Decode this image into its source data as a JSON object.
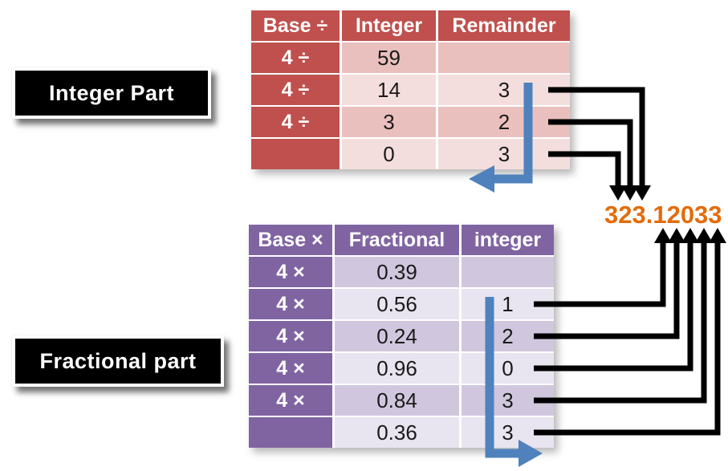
{
  "labels": {
    "integer_part": "Integer Part",
    "fractional_part": "Fractional part"
  },
  "result": {
    "value": "323.12033"
  },
  "integer_table": {
    "headers": [
      "Base ÷",
      "Integer",
      "Remainder"
    ],
    "rows": [
      [
        "4 ÷",
        "59",
        ""
      ],
      [
        "4 ÷",
        "14",
        "3"
      ],
      [
        "4 ÷",
        "3",
        "2"
      ],
      [
        "",
        "0",
        "3"
      ]
    ],
    "header_color": "#C0504D",
    "row_shades": [
      "#EAC0BE",
      "#F4DEDD"
    ]
  },
  "fractional_table": {
    "headers": [
      "Base ×",
      "Fractional",
      "integer"
    ],
    "rows": [
      [
        "4 ×",
        "0.39",
        ""
      ],
      [
        "4 ×",
        "0.56",
        "1"
      ],
      [
        "4 ×",
        "0.24",
        "2"
      ],
      [
        "4 ×",
        "0.96",
        "0"
      ],
      [
        "4 ×",
        "0.84",
        "3"
      ],
      [
        "",
        "0.36",
        "3"
      ]
    ],
    "header_color": "#8064A2",
    "row_shades": [
      "#D0C7DE",
      "#E8E4F0"
    ]
  },
  "colors": {
    "arrow_black": "#000000",
    "arrow_blue": "#4F81BD",
    "result_orange": "#E36C0A"
  }
}
